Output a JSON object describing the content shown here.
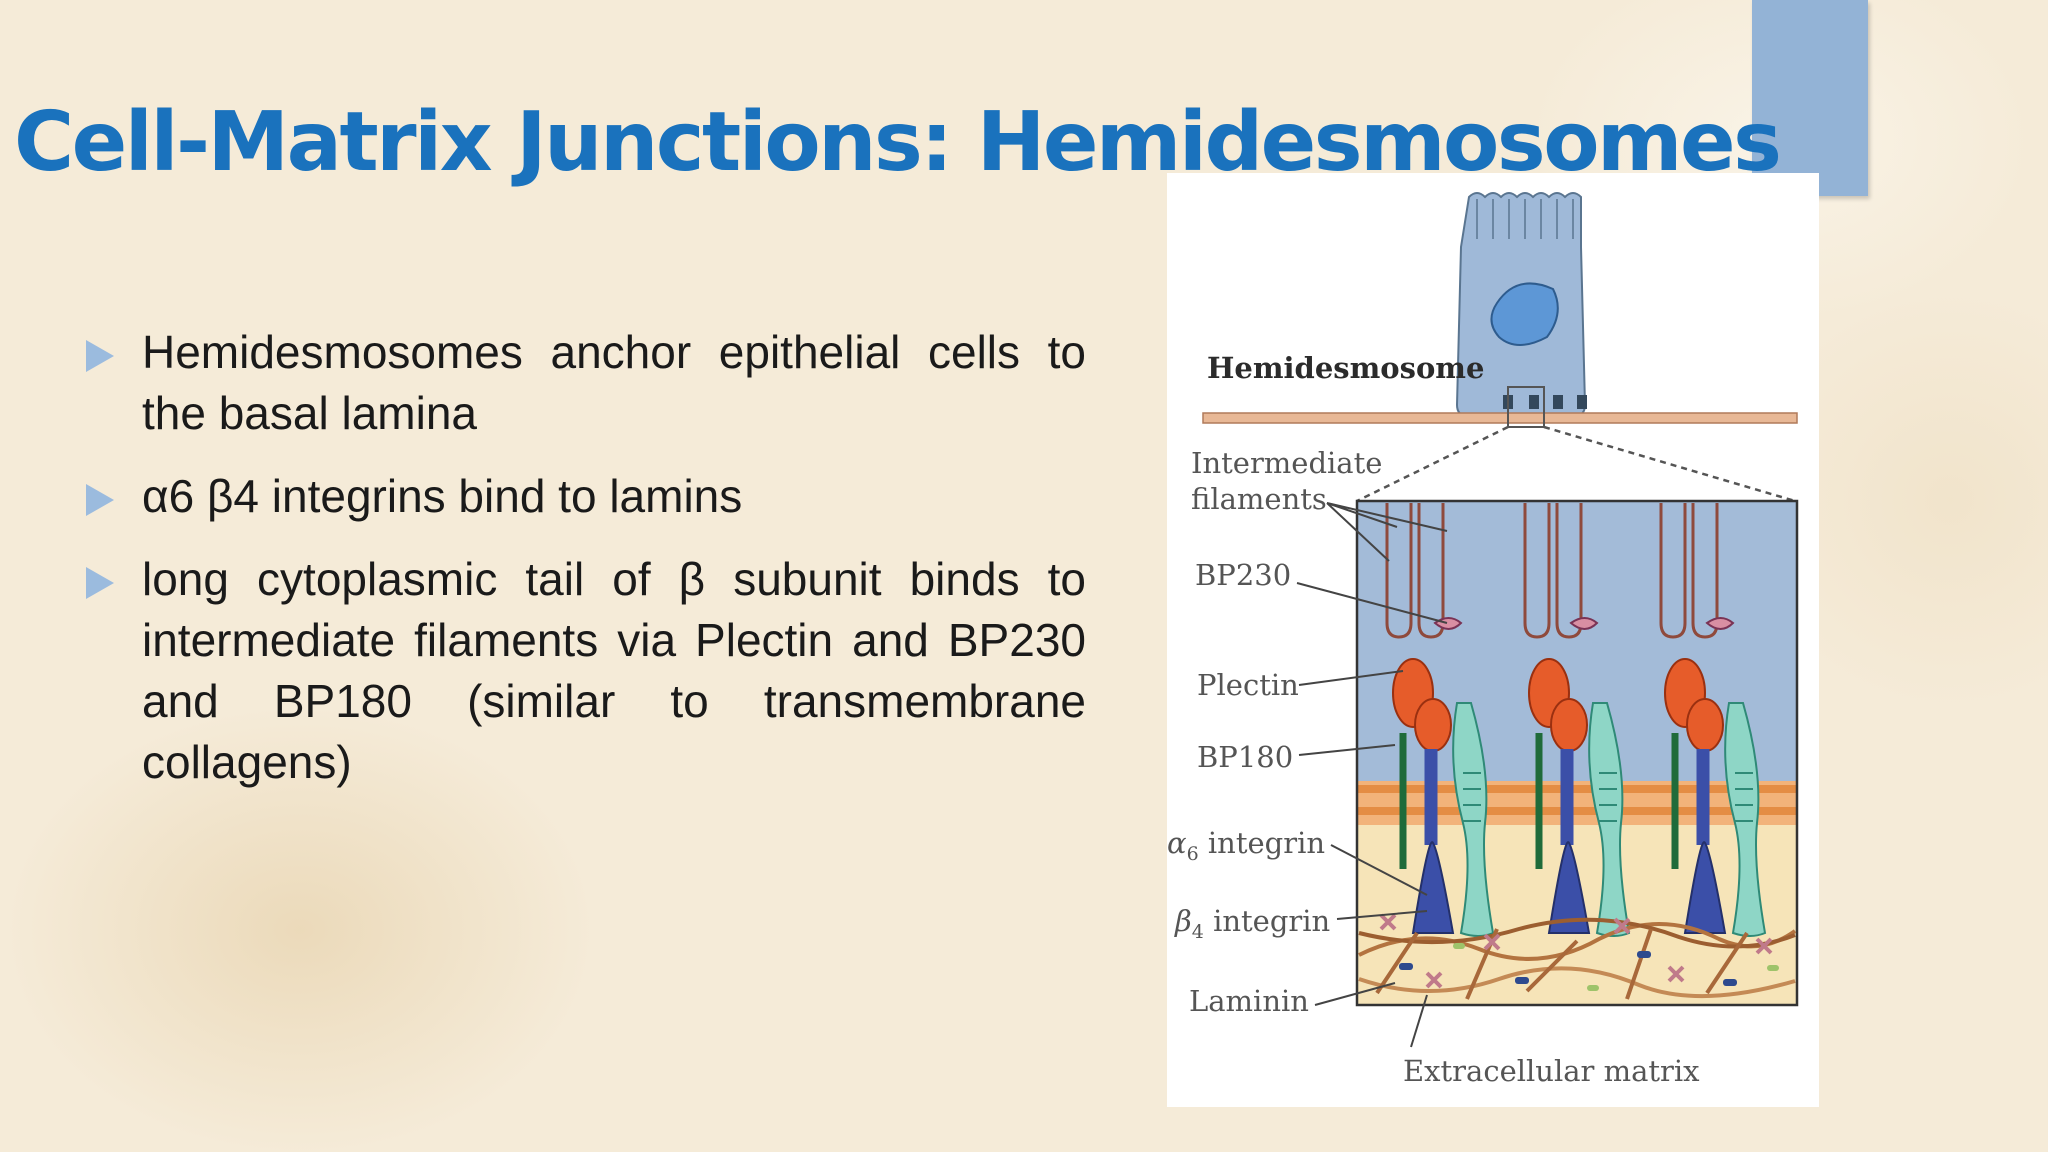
{
  "slide": {
    "title": "Cell-Matrix Junctions: Hemidesmosomes",
    "accent_color": "#1a72bd",
    "bullets": [
      "Hemidesmosomes anchor epithelial cells to the basal lamina",
      " α6 β4 integrins bind to lamins",
      "long cytoplasmic tail of β subunit binds to intermediate filaments via Plectin and BP230 and BP180 (similar to transmembrane collagens)"
    ]
  },
  "figure": {
    "labels": {
      "cell": "Hemidesmosome",
      "intermediate_filaments_1": "Intermediate",
      "intermediate_filaments_2": "filaments",
      "bp230": "BP230",
      "plectin": "Plectin",
      "bp180": "BP180",
      "alpha6_symbol": "α",
      "alpha6_sub": "6",
      "alpha6_word": " integrin",
      "beta4_symbol": "β",
      "beta4_sub": "4",
      "beta4_word": " integrin",
      "laminin": "Laminin",
      "ecm": "Extracellular matrix"
    }
  }
}
